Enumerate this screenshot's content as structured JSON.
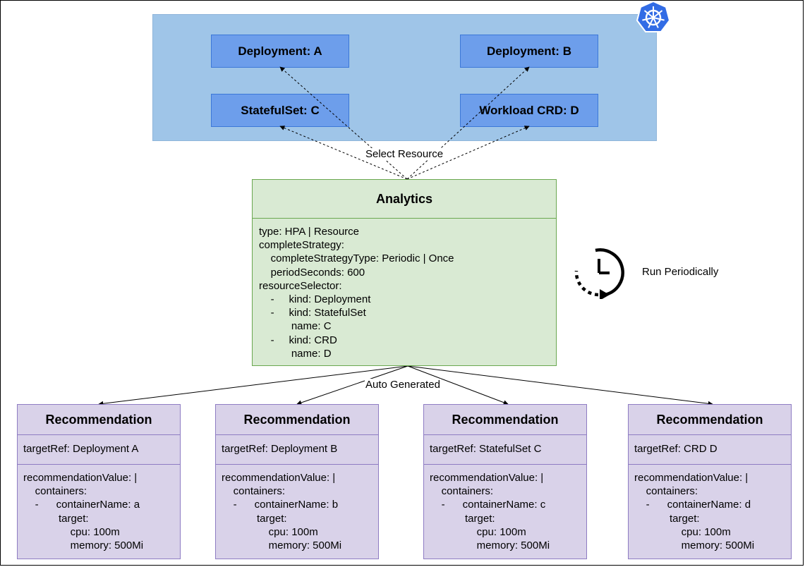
{
  "resources": [
    {
      "label": "Deployment: A"
    },
    {
      "label": "Deployment: B"
    },
    {
      "label": "StatefulSet: C"
    },
    {
      "label": "Workload CRD: D"
    }
  ],
  "labels": {
    "select": "Select Resource",
    "auto": "Auto Generated",
    "run": "Run Periodically"
  },
  "analytics": {
    "title": "Analytics",
    "lines": [
      "type: HPA | Resource",
      "completeStrategy:",
      "    completeStrategyType: Periodic | Once",
      "    periodSeconds: 600",
      "resourceSelector:",
      "    -     kind: Deployment",
      "    -     kind: StatefulSet",
      "           name: C",
      "    -     kind: CRD",
      "           name: D"
    ]
  },
  "recommendations": [
    {
      "title": "Recommendation",
      "targetRef": "targetRef: Deployment A",
      "lines": [
        "recommendationValue: |",
        "    containers:",
        "    -      containerName: a",
        "            target:",
        "                cpu: 100m",
        "                memory: 500Mi"
      ]
    },
    {
      "title": "Recommendation",
      "targetRef": "targetRef: Deployment B",
      "lines": [
        "recommendationValue: |",
        "    containers:",
        "    -      containerName: b",
        "            target:",
        "                cpu: 100m",
        "                memory: 500Mi"
      ]
    },
    {
      "title": "Recommendation",
      "targetRef": "targetRef: StatefulSet C",
      "lines": [
        "recommendationValue: |",
        "    containers:",
        "    -      containerName: c",
        "            target:",
        "                cpu: 100m",
        "                memory: 500Mi"
      ]
    },
    {
      "title": "Recommendation",
      "targetRef": "targetRef: CRD D",
      "lines": [
        "recommendationValue: |",
        "    containers:",
        "    -      containerName: d",
        "            target:",
        "                cpu: 100m",
        "                memory: 500Mi"
      ]
    }
  ],
  "icons": {
    "cluster": "kubernetes-icon",
    "schedule": "clock-icon"
  },
  "colors": {
    "cluster": "#9fc5e8",
    "resource": "#6d9eeb",
    "analytics": "#d9ead3",
    "recommendation": "#d9d2e9"
  }
}
